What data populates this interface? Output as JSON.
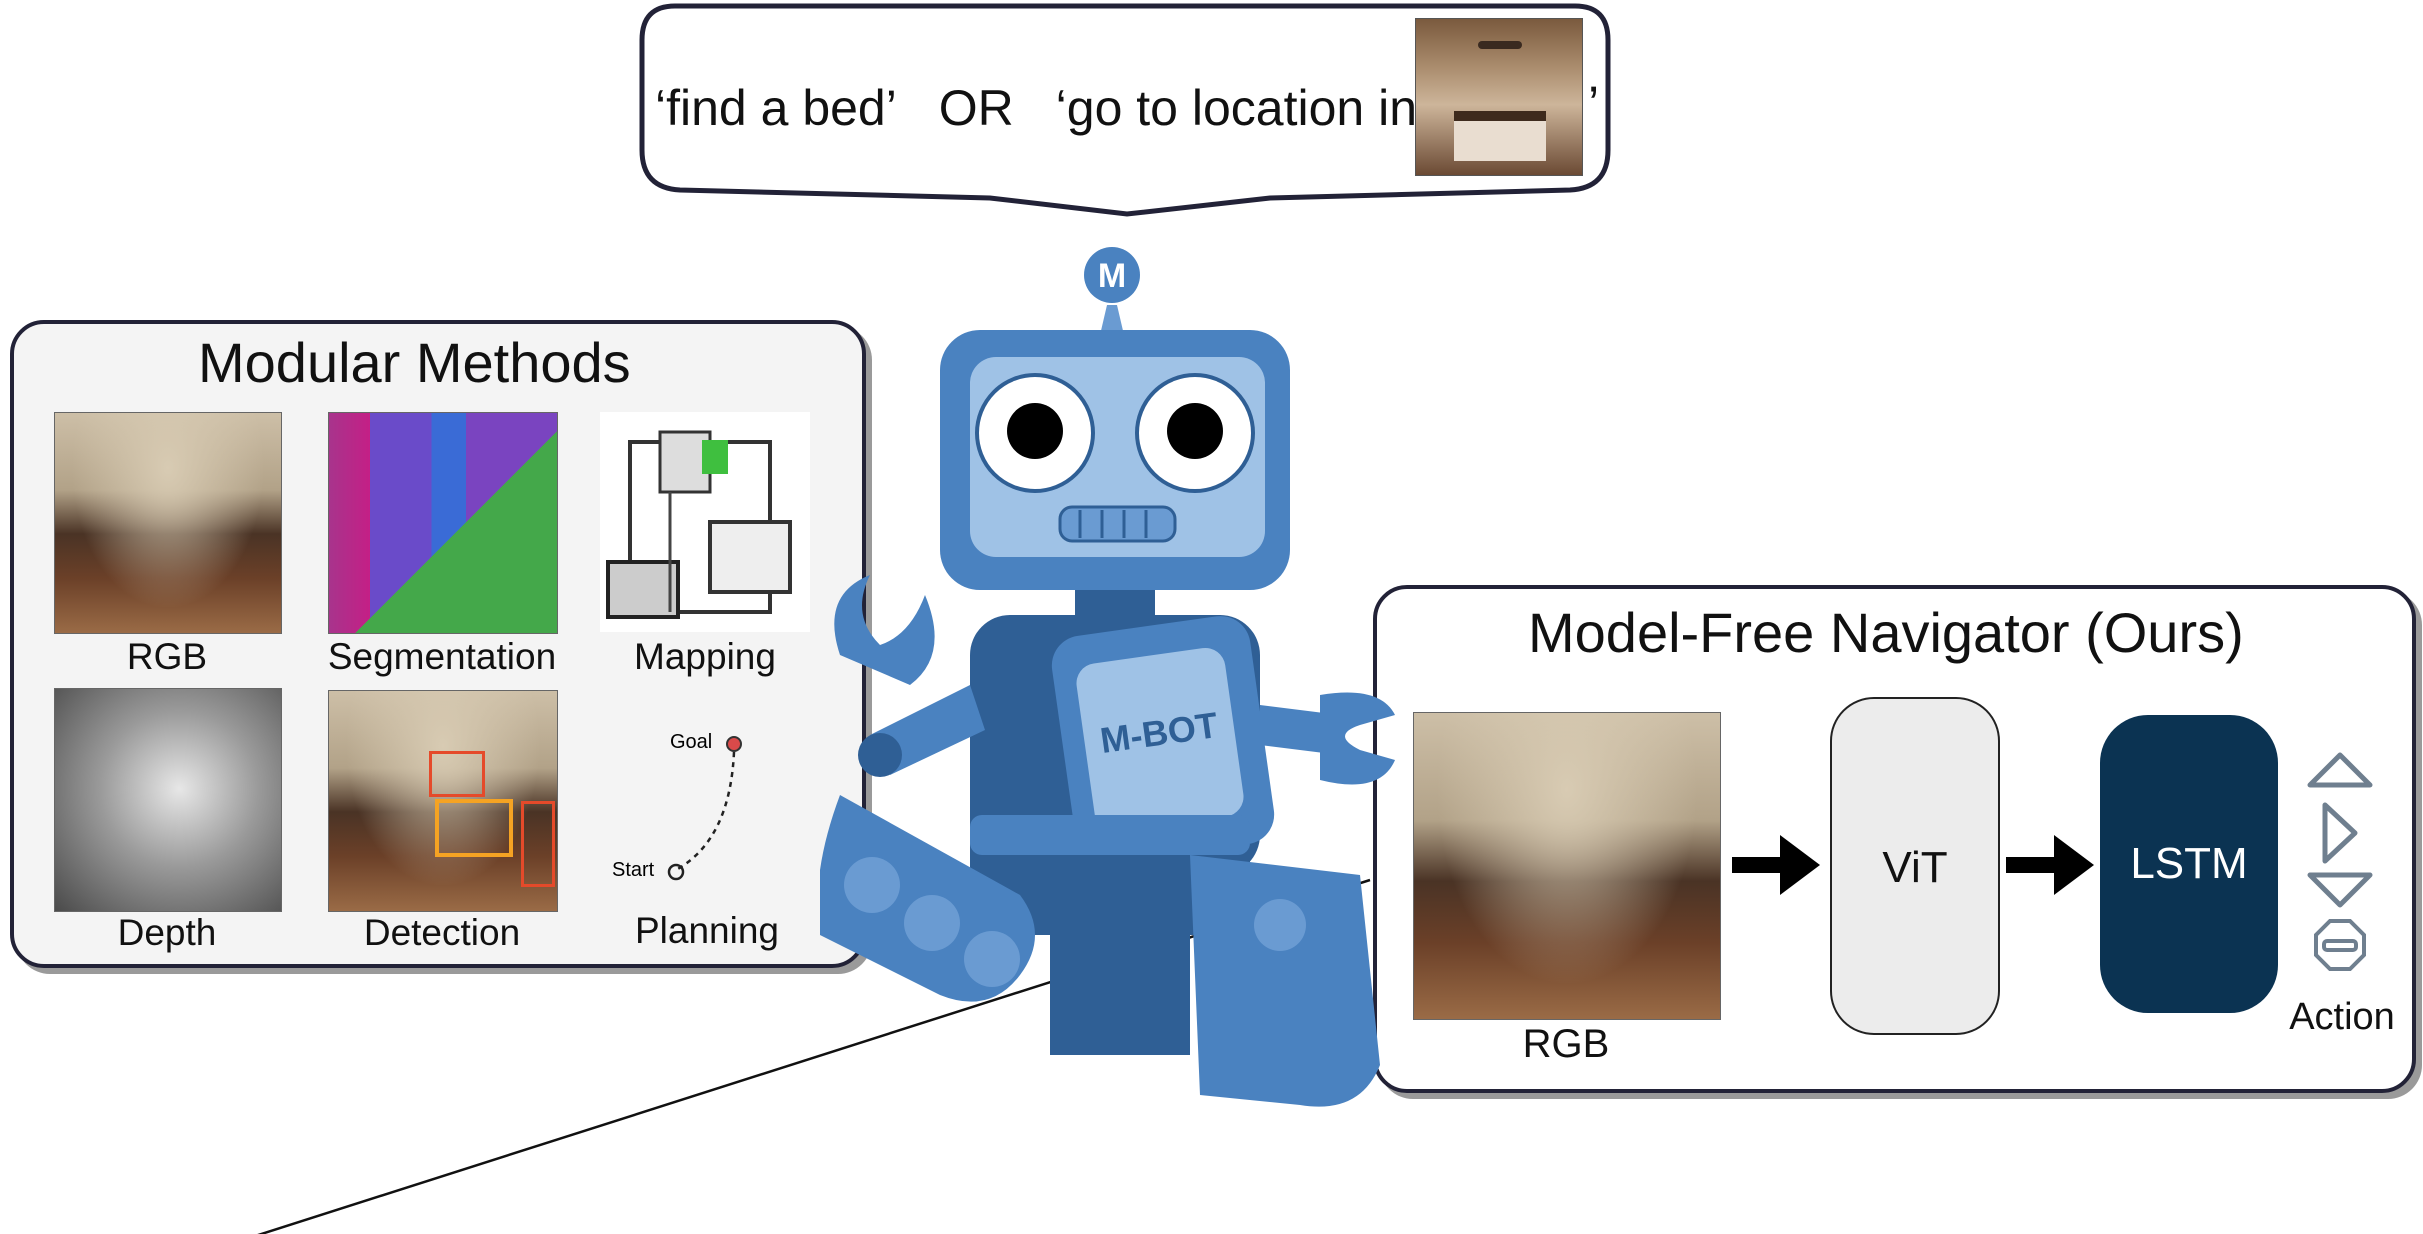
{
  "instruction": {
    "part1": "‘find a bed’",
    "or": "OR",
    "part2": "‘go to location in",
    "close": "’"
  },
  "modular": {
    "title": "Modular Methods",
    "captions": [
      "RGB",
      "Segmentation",
      "Mapping",
      "Depth",
      "Detection",
      "Planning"
    ],
    "planning": {
      "goal": "Goal",
      "start": "Start"
    }
  },
  "robot": {
    "antenna_letter": "M",
    "chest_label": "M-BOT"
  },
  "navigator": {
    "title": "Model-Free Navigator (Ours)",
    "rgb_caption": "RGB",
    "vit_label": "ViT",
    "lstm_label": "LSTM",
    "action_caption": "Action",
    "action_icons": [
      "up-triangle-icon",
      "right-triangle-icon",
      "down-triangle-icon",
      "stop-icon"
    ]
  },
  "colors": {
    "panel_border": "#222237",
    "lstm_fill": "#0b3352",
    "robot_blue": "#4a82c0",
    "robot_light": "#9fc2e6",
    "robot_dark": "#2f5f95",
    "action_icon": "#6f7f8f",
    "goal_marker": "#d94a4a"
  }
}
